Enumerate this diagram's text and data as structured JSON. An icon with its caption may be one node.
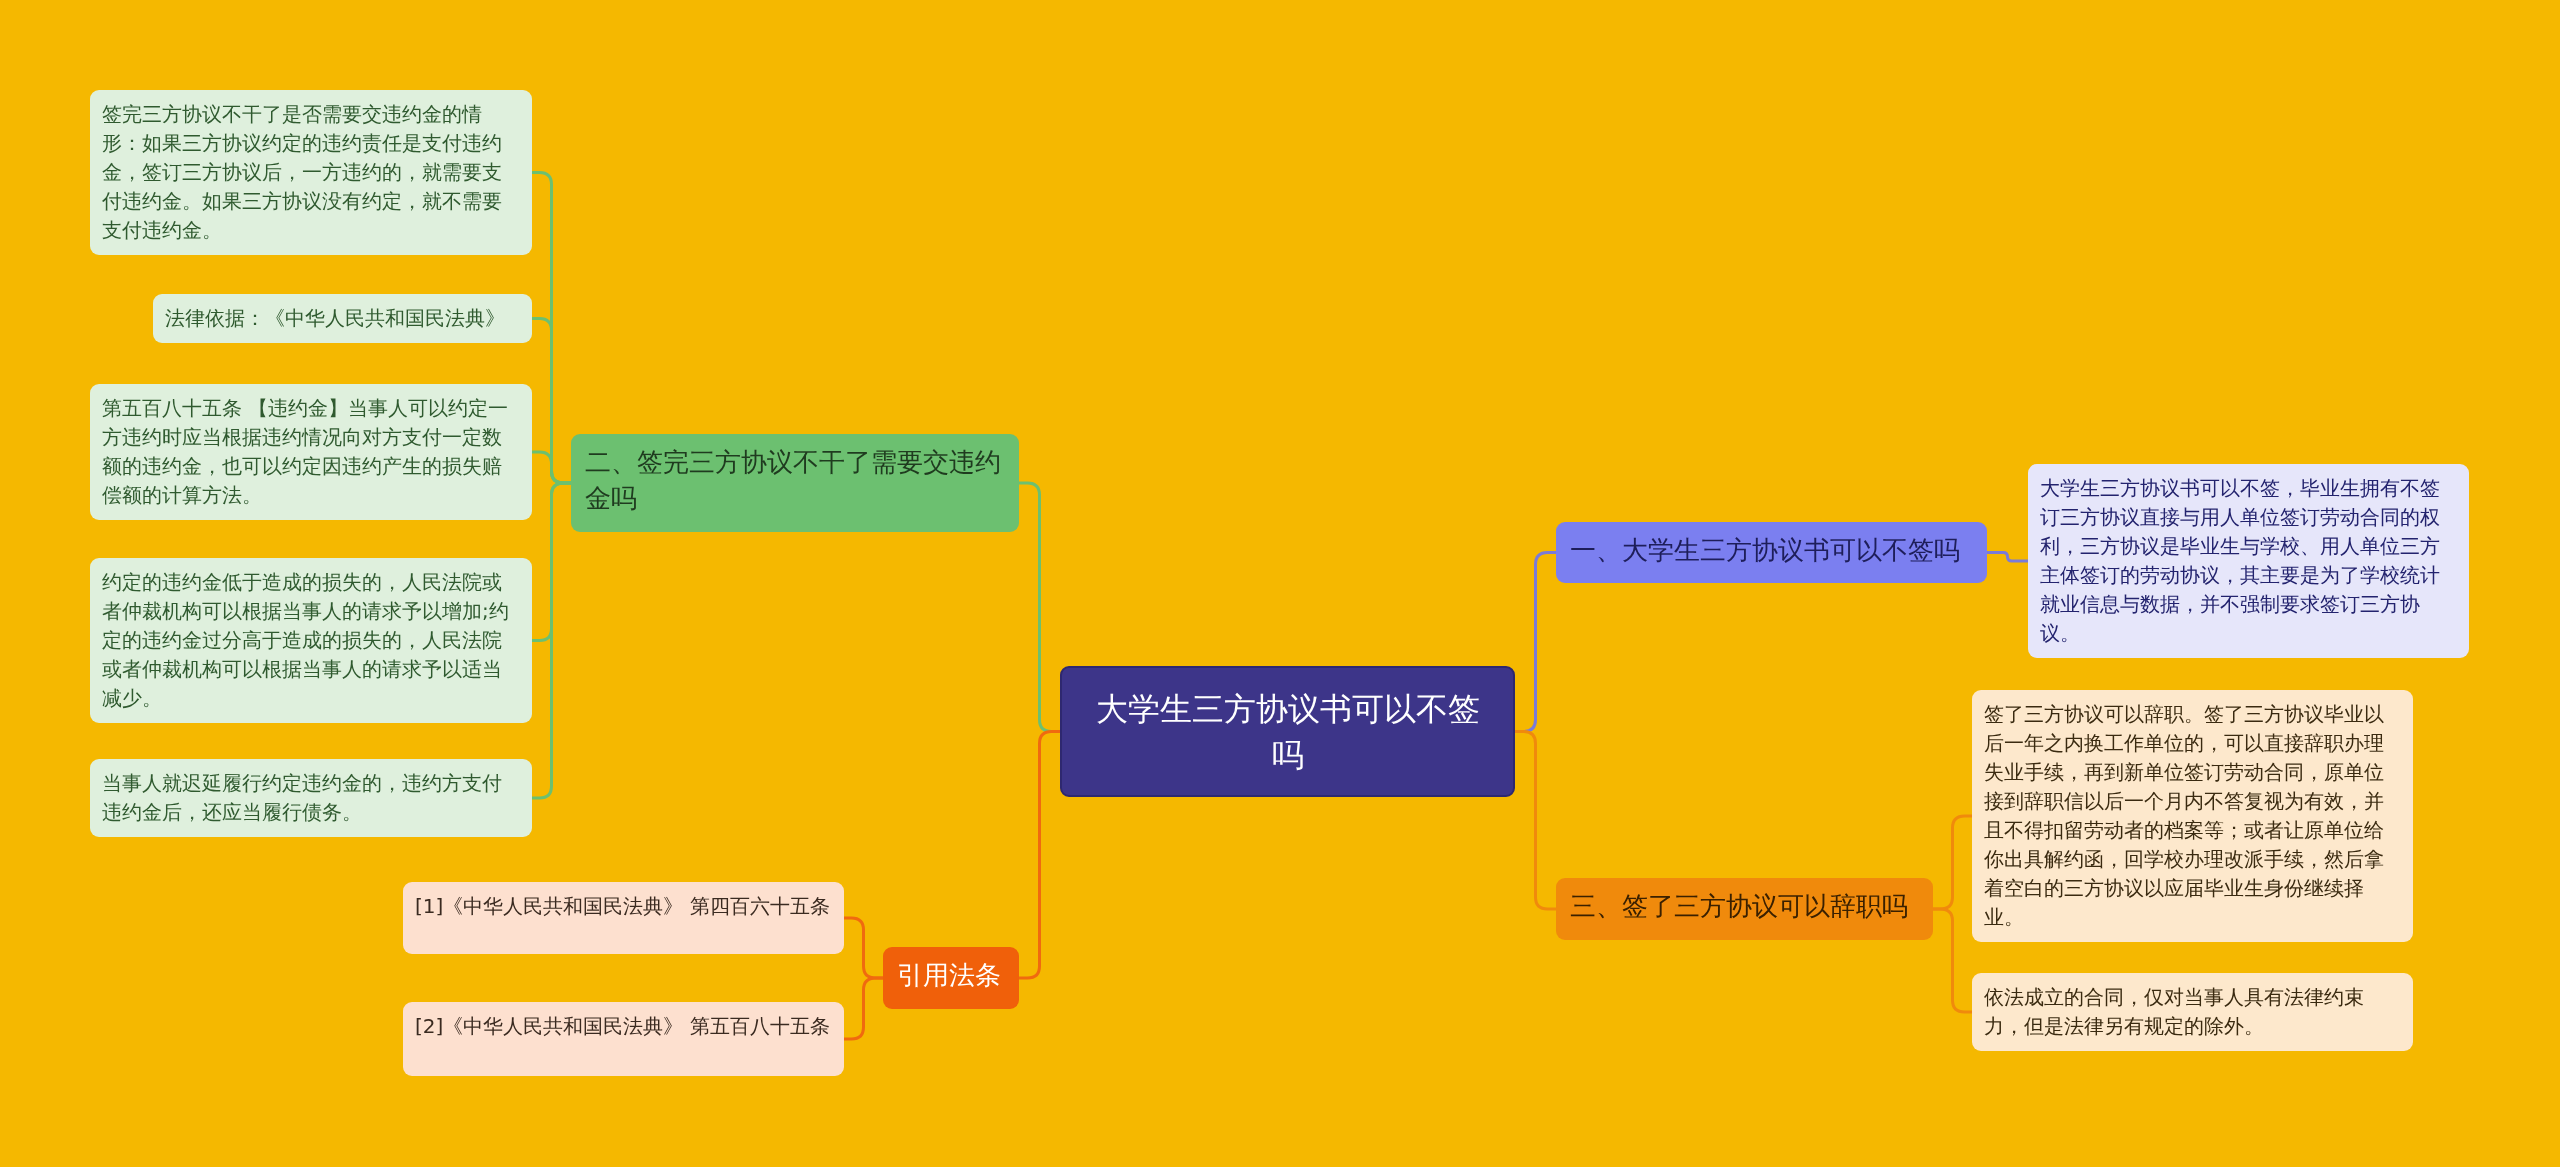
{
  "diagram": {
    "nodes": [
      {
        "text": [
          "大学生三方协议书可以不签吗"
        ]
      },
      {
        "text": [
          "二、签完三方协议不干了需要交违约金吗"
        ]
      },
      {
        "text": [
          "签完三方协议不干了是否需要交违约金的情形：如果三方协议约定的违约责任是支付违约金，签订三方协议后，一方违约的，就需要支付违约金。如果三方协议没有约定，就不需要支付违约金。"
        ]
      },
      {
        "text": [
          "法律依据：《中华人民共和国民法典》"
        ]
      },
      {
        "text": [
          "第五百八十五条 【违约金】当事人可以约定一方违约时应当根据违约情况向对方支付一定数额的违约金，也可以约定因违约产生的损失赔偿额的计算方法。"
        ]
      },
      {
        "text": [
          "约定的违约金低于造成的损失的，人民法院或者仲裁机构可以根据当事人的请求予以增加;约定的违约金过分高于造成的损失的，人民法院或者仲裁机构可以根据当事人的请求予以适当减少。"
        ]
      },
      {
        "text": [
          "当事人就迟延履行约定违约金的，违约方支付违约金后，还应当履行债务。"
        ]
      },
      {
        "text": [
          "引用法条"
        ]
      },
      {
        "text": [
          "[1]《中华人民共和国民法典》 第四百六十五条"
        ]
      },
      {
        "text": [
          "[2]《中华人民共和国民法典》 第五百八十五条"
        ]
      },
      {
        "text": [
          "一、大学生三方协议书可以不签吗"
        ]
      },
      {
        "text": [
          "大学生三方协议书可以不签，毕业生拥有不签订三方协议直接与用人单位签订劳动合同的权利，三方协议是毕业生与学校、用人单位三方主体签订的劳动协议，其主要是为了学校统计就业信息与数据，并不强制要求签订三方协议。"
        ]
      },
      {
        "text": [
          "三、签了三方协议可以辞职吗"
        ]
      },
      {
        "text": [
          "签了三方协议可以辞职。签了三方协议毕业以后一年之内换工作单位的，可以直接辞职办理失业手续，再到新单位签订劳动合同，原单位接到辞职信以后一个月内不答复视为有效，并且不得扣留劳动者的档案等；或者让原单位给你出具解约函，回学校办理改派手续，然后拿着空白的三方协议以应届毕业生身份继续择业。"
        ]
      },
      {
        "text": [
          "依法成立的合同，仅对当事人具有法律约束力，但是法律另有规定的除外。"
        ]
      }
    ],
    "edges": [
      {
        "from": 0,
        "to": 1,
        "arrow": "none",
        "color": "#6cc070"
      },
      {
        "from": 1,
        "to": 2,
        "arrow": "none",
        "color": "#6cc070"
      },
      {
        "from": 1,
        "to": 3,
        "arrow": "none",
        "color": "#6cc070"
      },
      {
        "from": 1,
        "to": 4,
        "arrow": "none",
        "color": "#6cc070"
      },
      {
        "from": 1,
        "to": 5,
        "arrow": "none",
        "color": "#6cc070"
      },
      {
        "from": 1,
        "to": 6,
        "arrow": "none",
        "color": "#6cc070"
      },
      {
        "from": 0,
        "to": 7,
        "arrow": "none",
        "color": "#f06a0f"
      },
      {
        "from": 7,
        "to": 8,
        "arrow": "none",
        "color": "#f06a0f"
      },
      {
        "from": 7,
        "to": 9,
        "arrow": "none",
        "color": "#f06a0f"
      },
      {
        "from": 0,
        "to": 10,
        "arrow": "none",
        "color": "#7b7bd8"
      },
      {
        "from": 10,
        "to": 11,
        "arrow": "none",
        "color": "#7b7bd8"
      },
      {
        "from": 0,
        "to": 12,
        "arrow": "none",
        "color": "#f08a0c"
      },
      {
        "from": 12,
        "to": 13,
        "arrow": "none",
        "color": "#f08a0c"
      },
      {
        "from": 12,
        "to": 14,
        "arrow": "none",
        "color": "#f08a0c"
      }
    ]
  }
}
